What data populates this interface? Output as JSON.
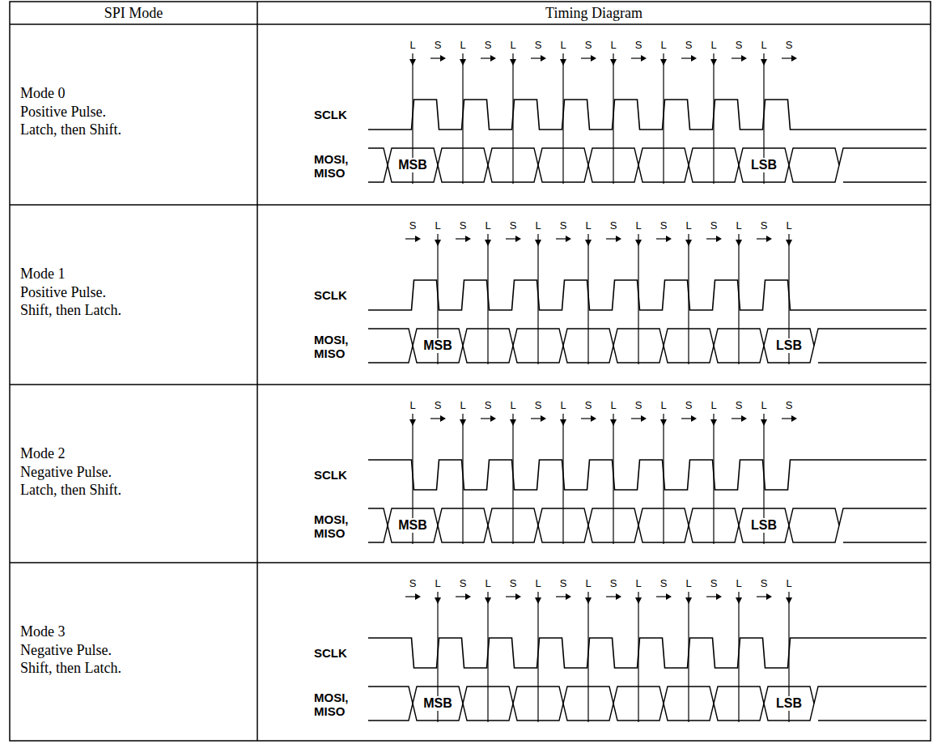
{
  "diagram": {
    "labels": [
      "SPI Mode",
      "Timing Diagram",
      "Mode 0",
      "Positive Pulse.",
      "Latch, then Shift.",
      "L",
      "S",
      "L",
      "S",
      "L",
      "S",
      "L",
      "S",
      "L",
      "S",
      "L",
      "S",
      "L",
      "S",
      "L",
      "S",
      "SCLK",
      "MOSI, MISO",
      "MSB",
      "LSB",
      "Mode 1",
      "Positive Pulse.",
      "Shift, then Latch.",
      "S",
      "L",
      "S",
      "L",
      "S",
      "L",
      "S",
      "L",
      "S",
      "L",
      "S",
      "L",
      "S",
      "L",
      "S",
      "L",
      "SCLK",
      "MOSI, MISO",
      "MSB",
      "LSB",
      "Mode 2",
      "Negative Pulse.",
      "Latch, then Shift.",
      "L",
      "S",
      "L",
      "S",
      "L",
      "S",
      "L",
      "S",
      "L",
      "S",
      "L",
      "S",
      "L",
      "S",
      "L",
      "S",
      "SCLK",
      "MOSI, MISO",
      "MSB",
      "LSB",
      "Mode 3",
      "Negative Pulse.",
      "Shift, then Latch.",
      "S",
      "L",
      "S",
      "L",
      "S",
      "L",
      "S",
      "L",
      "S",
      "L",
      "S",
      "L",
      "S",
      "L",
      "S",
      "L",
      "SCLK",
      "MOSI, MISO",
      "MSB",
      "LSB"
    ]
  }
}
